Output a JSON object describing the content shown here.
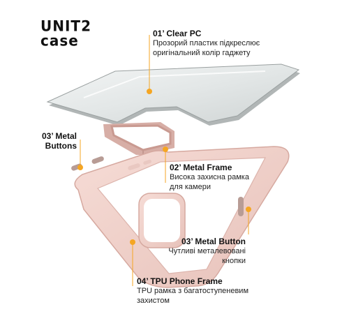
{
  "logo": {
    "line1": "UNIT2",
    "line2": "case"
  },
  "colors": {
    "accent": "#f5a623",
    "frame_pink": "#eecfc9",
    "frame_edge": "#d9aaa1",
    "button_mauve": "#b89c95"
  },
  "callouts": {
    "clear_pc": {
      "title": "01’ Clear PC",
      "line1": "Прозорий пластик підкреслює",
      "line2": "оригінальний колір гаджету"
    },
    "metal_buttons": {
      "title_line1": "03’ Metal",
      "title_line2": "Buttons"
    },
    "metal_frame": {
      "title": "02’ Metal Frame",
      "line1": "Висока захисна рамка",
      "line2": "для камери"
    },
    "metal_button": {
      "title": "03’ Metal Button",
      "line1": "Чутливі металевовані",
      "line2": "кнопки"
    },
    "tpu_frame": {
      "title": "04’ TPU Phone Frame",
      "line1": "TPU рамка з багатоступеневим",
      "line2": "захистом"
    }
  }
}
